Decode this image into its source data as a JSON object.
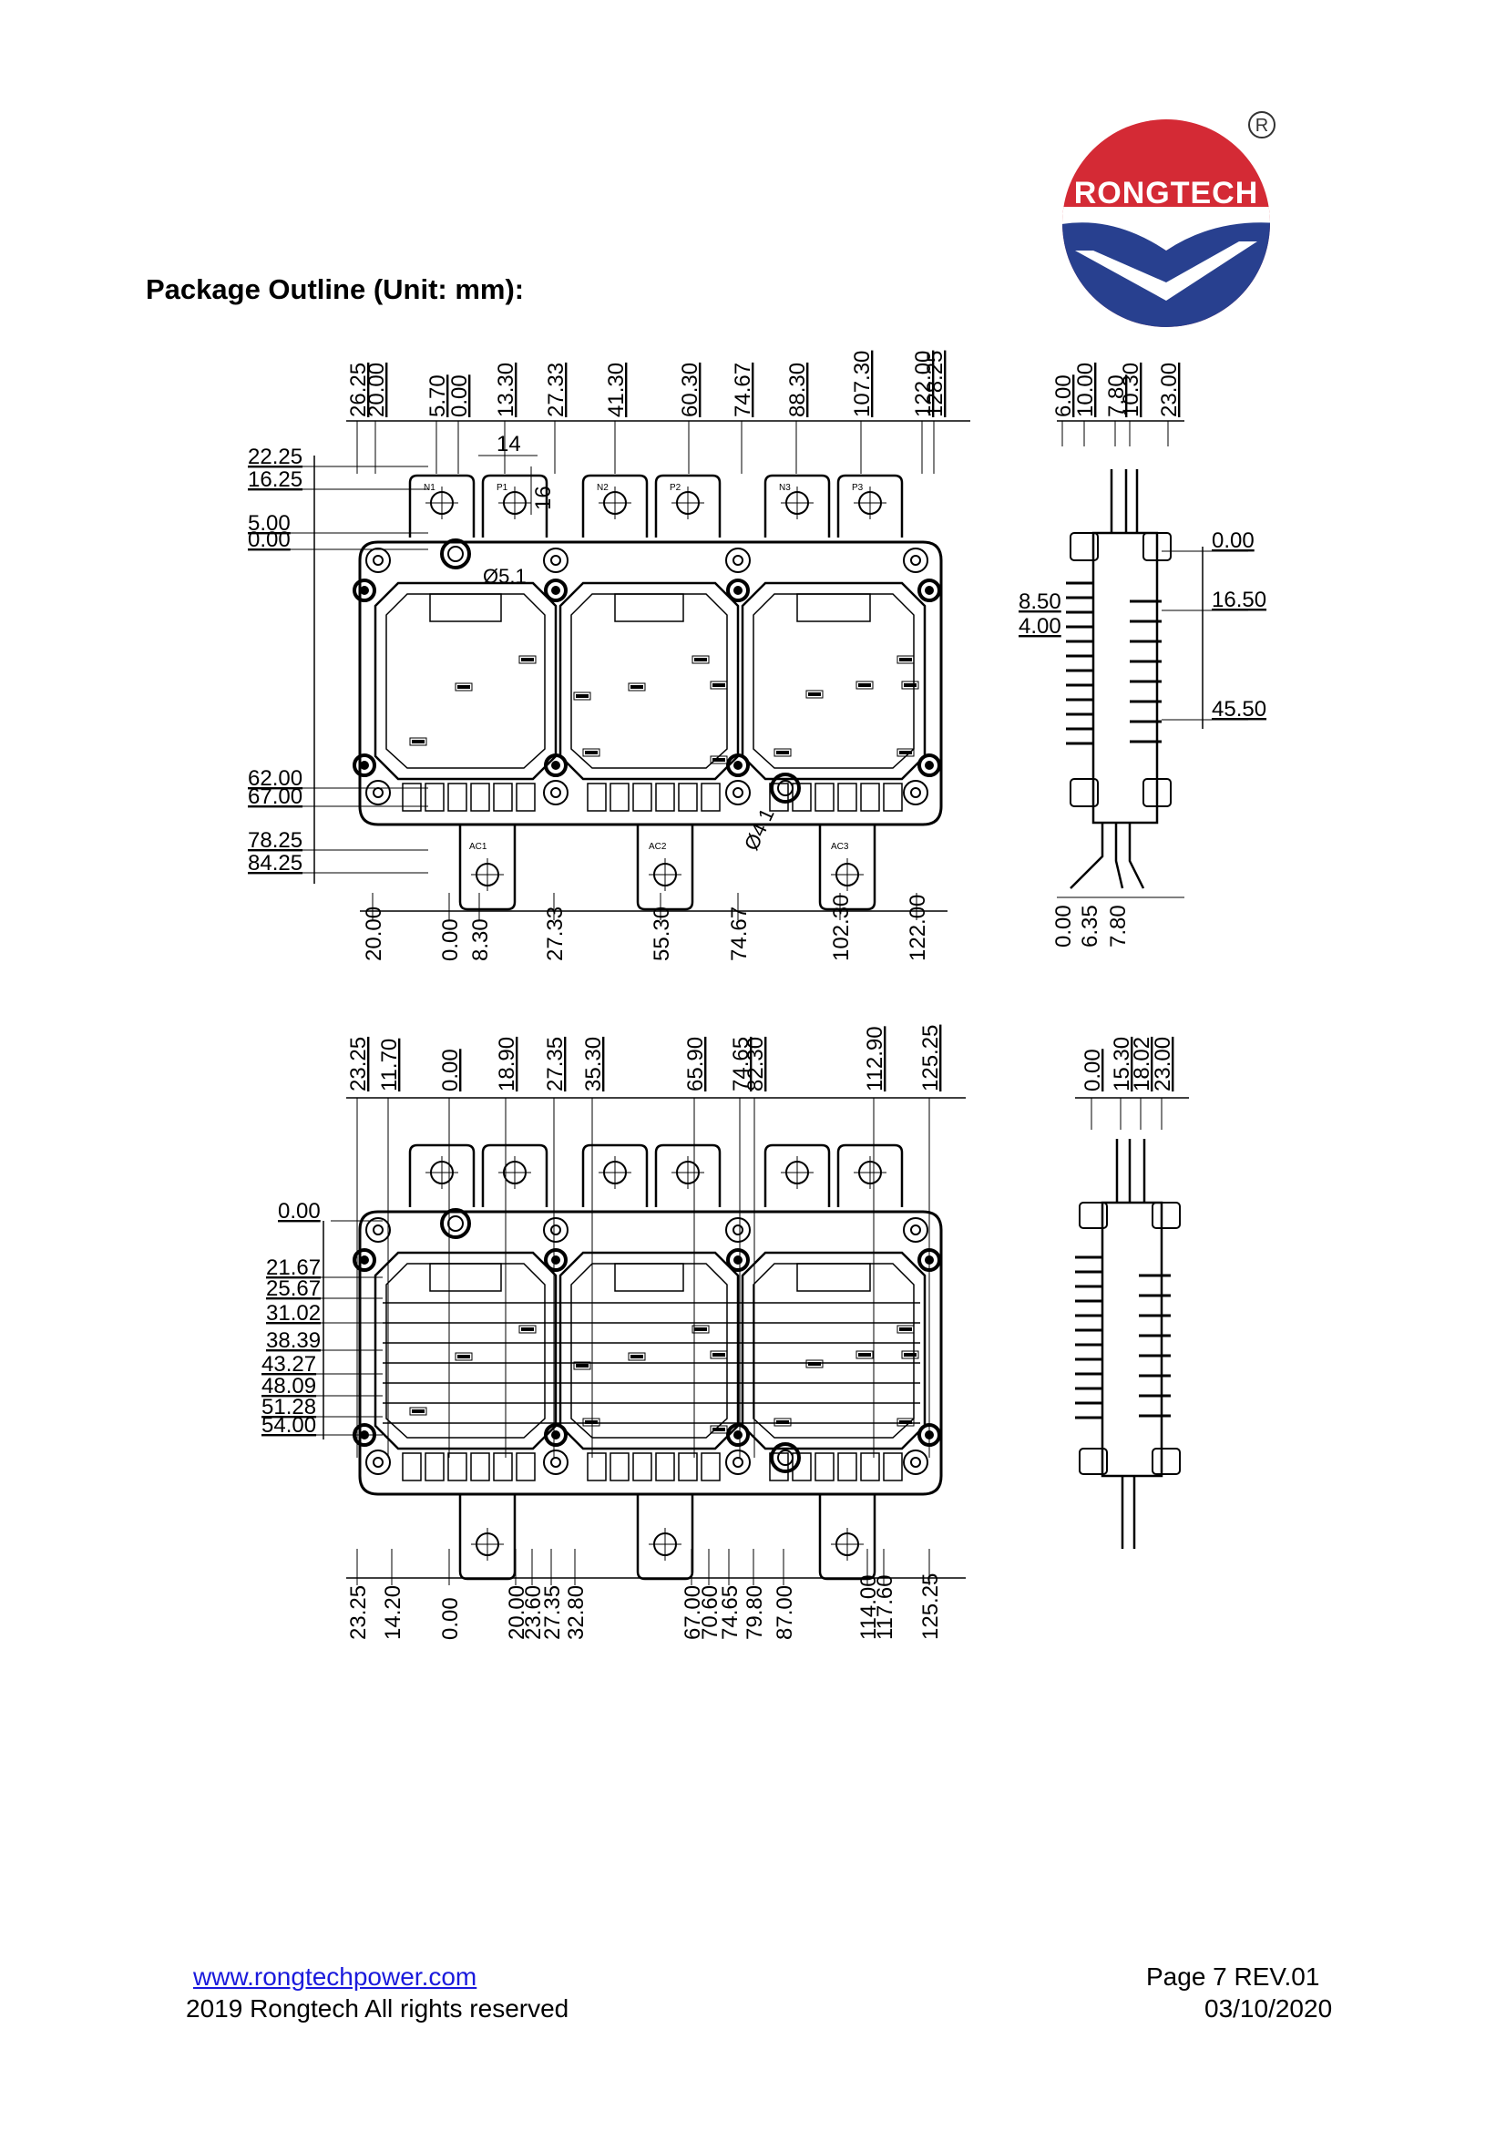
{
  "header": {
    "brand": "RONGTECH",
    "registered_mark": "R",
    "title": "Package Outline (Unit: mm):"
  },
  "footer": {
    "website": "www.rongtechpower.com",
    "copyright": "2019 Rongtech All rights reserved",
    "page_rev": "Page 7  REV.01",
    "date": "03/10/2020"
  },
  "colors": {
    "logo_red": "#d42a35",
    "logo_blue": "#28408f",
    "link": "#1a1adc"
  },
  "drawing": {
    "top_view": {
      "top_dims": [
        "26.25",
        "20.00",
        "5.70",
        "0.00",
        "13.30",
        "27.33",
        "41.30",
        "60.30",
        "74.67",
        "88.30",
        "107.30",
        "122.00",
        "128.25"
      ],
      "left_dims": [
        "22.25",
        "16.25",
        "5.00",
        "0.00",
        "62.00",
        "67.00",
        "78.25",
        "84.25"
      ],
      "bottom_dims": [
        "20.00",
        "0.00",
        "8.30",
        "27.33",
        "55.30",
        "74.67",
        "102.30",
        "122.00"
      ],
      "note_14": "14",
      "note_16": "16",
      "hole_a": "Ø5.1",
      "hole_b": "Ø4.1",
      "pins": [
        "N1",
        "P1",
        "N2",
        "P2",
        "N3",
        "P3"
      ],
      "ac_pins": [
        "AC1",
        "AC2",
        "AC3"
      ]
    },
    "side_view_top": {
      "top_dims": [
        "6.00",
        "10.00",
        "7.80",
        "10.30",
        "23.00"
      ],
      "right_dims": [
        "0.00",
        "16.50",
        "45.50"
      ],
      "left_dims": [
        "8.50",
        "4.00"
      ],
      "bottom_dims": [
        "0.00",
        "6.35",
        "7.80"
      ]
    },
    "bottom_view": {
      "top_dims": [
        "23.25",
        "11.70",
        "0.00",
        "18.90",
        "27.35",
        "35.30",
        "65.90",
        "74.65",
        "82.30",
        "112.90",
        "125.25"
      ],
      "left_dims": [
        "0.00",
        "21.67",
        "25.67",
        "31.02",
        "38.39",
        "43.27",
        "48.09",
        "51.28",
        "54.00"
      ],
      "bottom_dims": [
        "23.25",
        "14.20",
        "0.00",
        "20.00",
        "23.60",
        "27.35",
        "32.80",
        "67.00",
        "70.60",
        "74.65",
        "79.80",
        "87.00",
        "114.00",
        "117.60",
        "125.25"
      ]
    },
    "side_view_bottom": {
      "top_dims": [
        "0.00",
        "15.30",
        "18.02",
        "23.00"
      ]
    }
  }
}
